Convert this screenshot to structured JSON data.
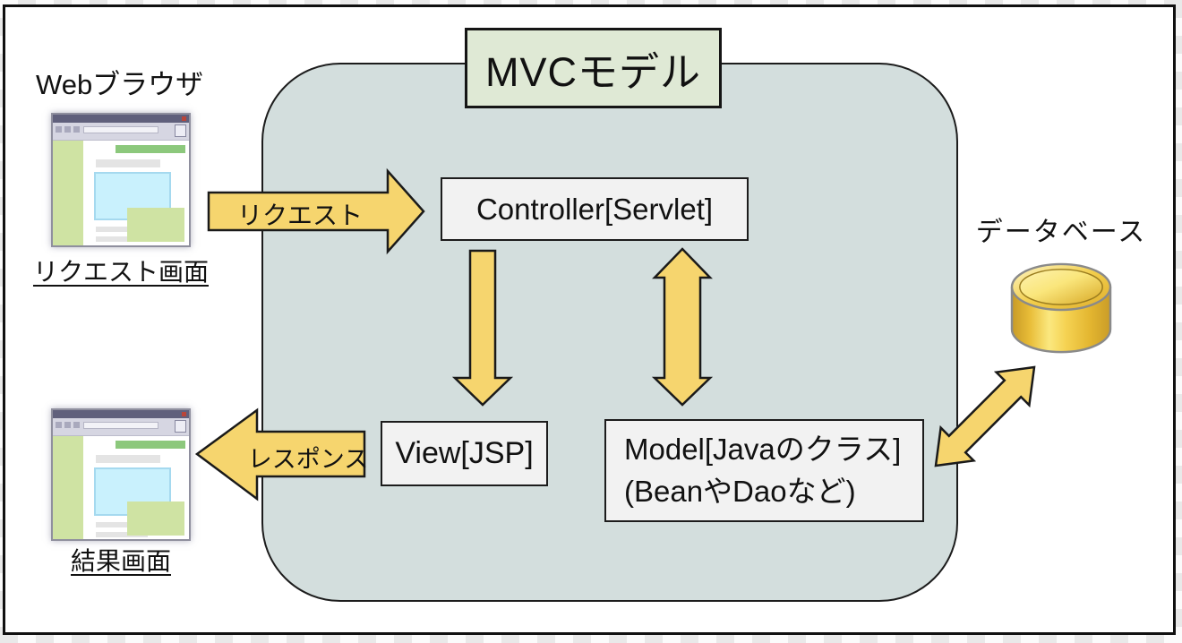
{
  "diagram": {
    "title": "MVCモデル",
    "browser": {
      "label": "Webブラウザ",
      "request_screen_label": "リクエスト画面",
      "result_screen_label": "結果画面"
    },
    "arrows": {
      "request_label": "リクエスト",
      "response_label": "レスポンス"
    },
    "nodes": {
      "controller": "Controller[Servlet]",
      "view": "View[JSP]",
      "model_line1": "Model[Javaのクラス]",
      "model_line2": "(BeanやDaoなど)"
    },
    "database": {
      "label": "データベース"
    },
    "icons": {
      "database": "database-cylinder-icon",
      "browser": "browser-window-icon"
    },
    "colors": {
      "container_fill": "#d3dedd",
      "title_fill": "#dfe9d5",
      "node_fill": "#f2f2f2",
      "arrow_fill": "#f6d56e",
      "arrow_stroke": "#1a1a1a",
      "db_gold": "#edc23a"
    }
  }
}
